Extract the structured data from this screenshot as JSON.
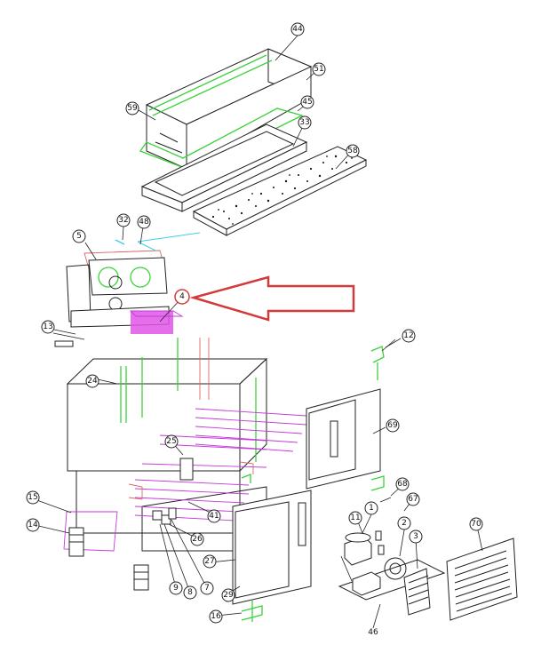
{
  "accent_colors": {
    "callout_arrow": "#d33a3a",
    "gaskets": "#3bd13b",
    "heated_parts": "#e055e6",
    "frame_highlight": "#d66666",
    "pipes": "#3ccfe8"
  },
  "part_labels": {
    "p1": "1",
    "p2": "2",
    "p3": "3",
    "p4": "4",
    "p5": "5",
    "p7": "7",
    "p8": "8",
    "p9": "9",
    "p11": "11",
    "p12": "12",
    "p13": "13",
    "p14": "14",
    "p15": "15",
    "p16": "16",
    "p24": "24",
    "p25": "25",
    "p26": "26",
    "p27": "27",
    "p29": "29",
    "p32": "32",
    "p33": "33",
    "p41": "41",
    "p44": "44",
    "p45": "45",
    "p46": "46",
    "p48": "48",
    "p51": "51",
    "p58": "58",
    "p59": "59",
    "p67": "67",
    "p68": "68",
    "p69": "69",
    "p70": "70"
  }
}
